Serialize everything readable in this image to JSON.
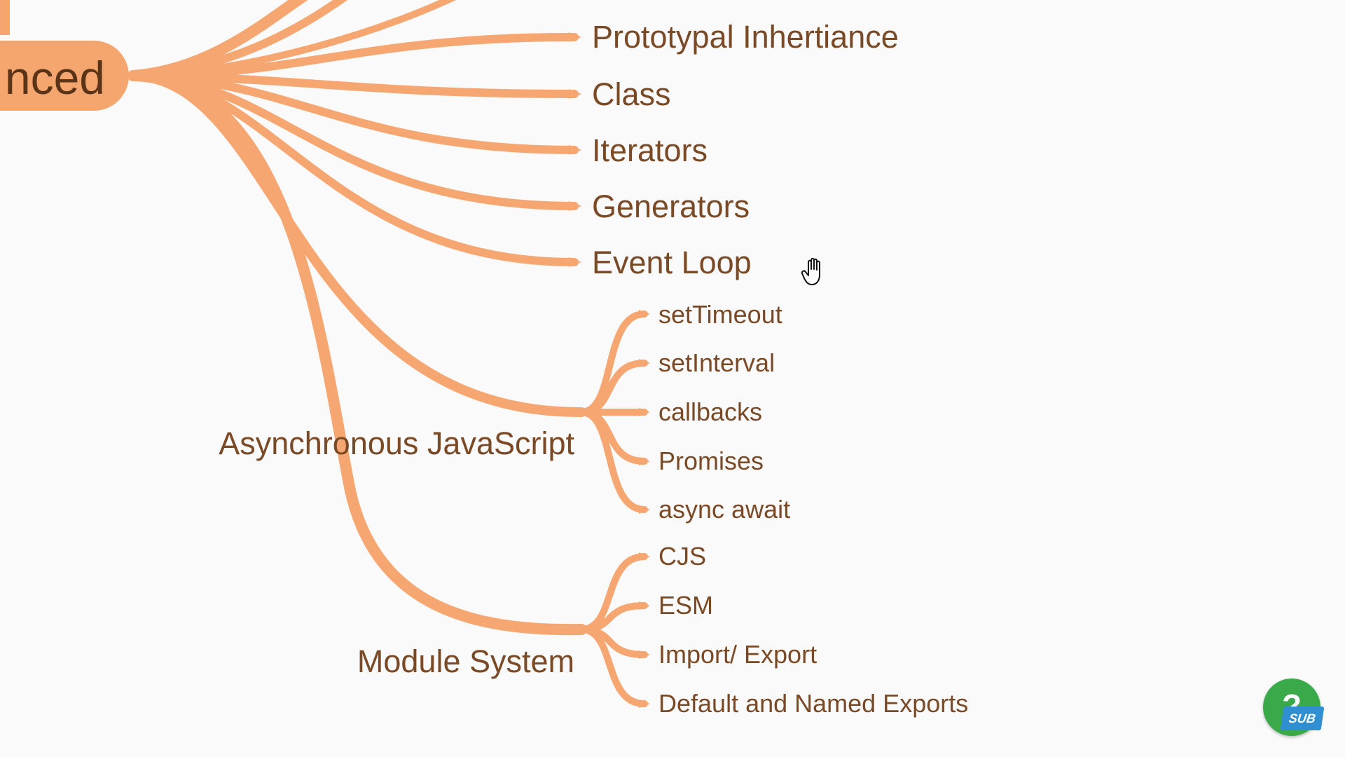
{
  "root": {
    "label": "nced"
  },
  "main_branches": [
    {
      "label": "Prototypal Inhertiance"
    },
    {
      "label": "Class"
    },
    {
      "label": "Iterators"
    },
    {
      "label": "Generators"
    },
    {
      "label": "Event Loop"
    }
  ],
  "async_group": {
    "label": "Asynchronous JavaScript",
    "children": [
      "setTimeout",
      "setInterval",
      "callbacks",
      "Promises",
      "async await"
    ]
  },
  "module_group": {
    "label": "Module System",
    "children": [
      "CJS",
      "ESM",
      "Import/ Export",
      "Default and Named Exports"
    ]
  },
  "help_widget": {
    "symbol": "?",
    "badge": "SUB"
  },
  "colors": {
    "branch": "#f6a771",
    "root_fill": "#f5a66f",
    "text": "#7a4a26",
    "help_green": "#3aa94a",
    "badge_blue": "#2f8fd0"
  }
}
